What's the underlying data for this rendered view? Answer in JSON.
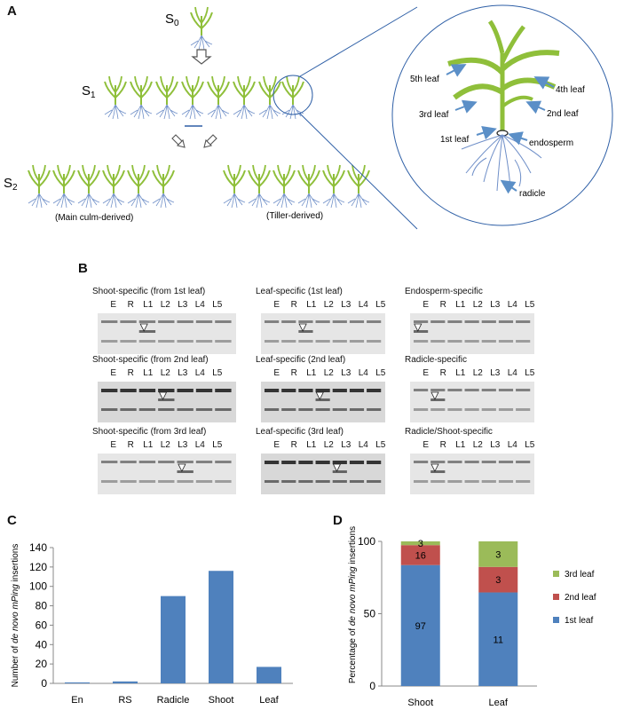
{
  "panels": {
    "a": "A",
    "b": "B",
    "c": "C",
    "d": "D"
  },
  "schematic": {
    "s0": "S",
    "s0_sub": "0",
    "s1": "S",
    "s1_sub": "1",
    "s2": "S",
    "s2_sub": "2",
    "main_culm_label": "(Main culm-derived)",
    "tiller_label": "(Tiller-derived)",
    "plant_labels": [
      "5th leaf",
      "4th leaf",
      "3rd leaf",
      "2nd leaf",
      "1st leaf",
      "endosperm",
      "radicle"
    ]
  },
  "lanes": [
    "E",
    "R",
    "L1",
    "L2",
    "L3",
    "L4",
    "L5"
  ],
  "gels": [
    {
      "title": "Shoot-specific (from 1st leaf)",
      "arrow_lane": 2,
      "style": "faint"
    },
    {
      "title": "Leaf-specific (1st leaf)",
      "arrow_lane": 2,
      "style": "faint"
    },
    {
      "title": "Endosperm-specific",
      "arrow_lane": 0,
      "style": "faint"
    },
    {
      "title": "Shoot-specific (from 2nd leaf)",
      "arrow_lane": 3,
      "style": "dark"
    },
    {
      "title": "Leaf-specific (2nd leaf)",
      "arrow_lane": 3,
      "style": "dark"
    },
    {
      "title": "Radicle-specific",
      "arrow_lane": 1,
      "style": "faint"
    },
    {
      "title": "Shoot-specific (from 3rd leaf)",
      "arrow_lane": 4,
      "style": "faint"
    },
    {
      "title": "Leaf-specific (3rd leaf)",
      "arrow_lane": 4,
      "style": "dark"
    },
    {
      "title": "Radicle/Shoot-specific",
      "arrow_lane": 1,
      "style": "faint"
    }
  ],
  "chart_data": [
    {
      "type": "bar",
      "categories": [
        "En",
        "RS",
        "Radicle",
        "Shoot",
        "Leaf"
      ],
      "values": [
        1,
        2,
        90,
        116,
        17
      ],
      "ylabel_prefix": "Number of ",
      "ylabel_italic": "de novo mPing",
      "ylabel_suffix": " insertions",
      "ylim": [
        0,
        140
      ],
      "yticks": [
        0,
        20,
        40,
        60,
        80,
        100,
        120,
        140
      ],
      "color": "#4f81bd"
    },
    {
      "type": "bar",
      "stacked": true,
      "percent": true,
      "categories": [
        "Shoot",
        "Leaf"
      ],
      "series": [
        {
          "name": "1st leaf",
          "values": [
            97,
            11
          ],
          "color": "#4f81bd"
        },
        {
          "name": "2nd leaf",
          "values": [
            16,
            3
          ],
          "color": "#c0504d"
        },
        {
          "name": "3rd leaf",
          "values": [
            3,
            3
          ],
          "color": "#9bbb59"
        }
      ],
      "ylabel_prefix": "Percentage of ",
      "ylabel_italic": "de novo mPing",
      "ylabel_suffix": " insertions",
      "ylim": [
        0,
        100
      ],
      "yticks": [
        0,
        50,
        100
      ],
      "legend_position": "right"
    }
  ]
}
